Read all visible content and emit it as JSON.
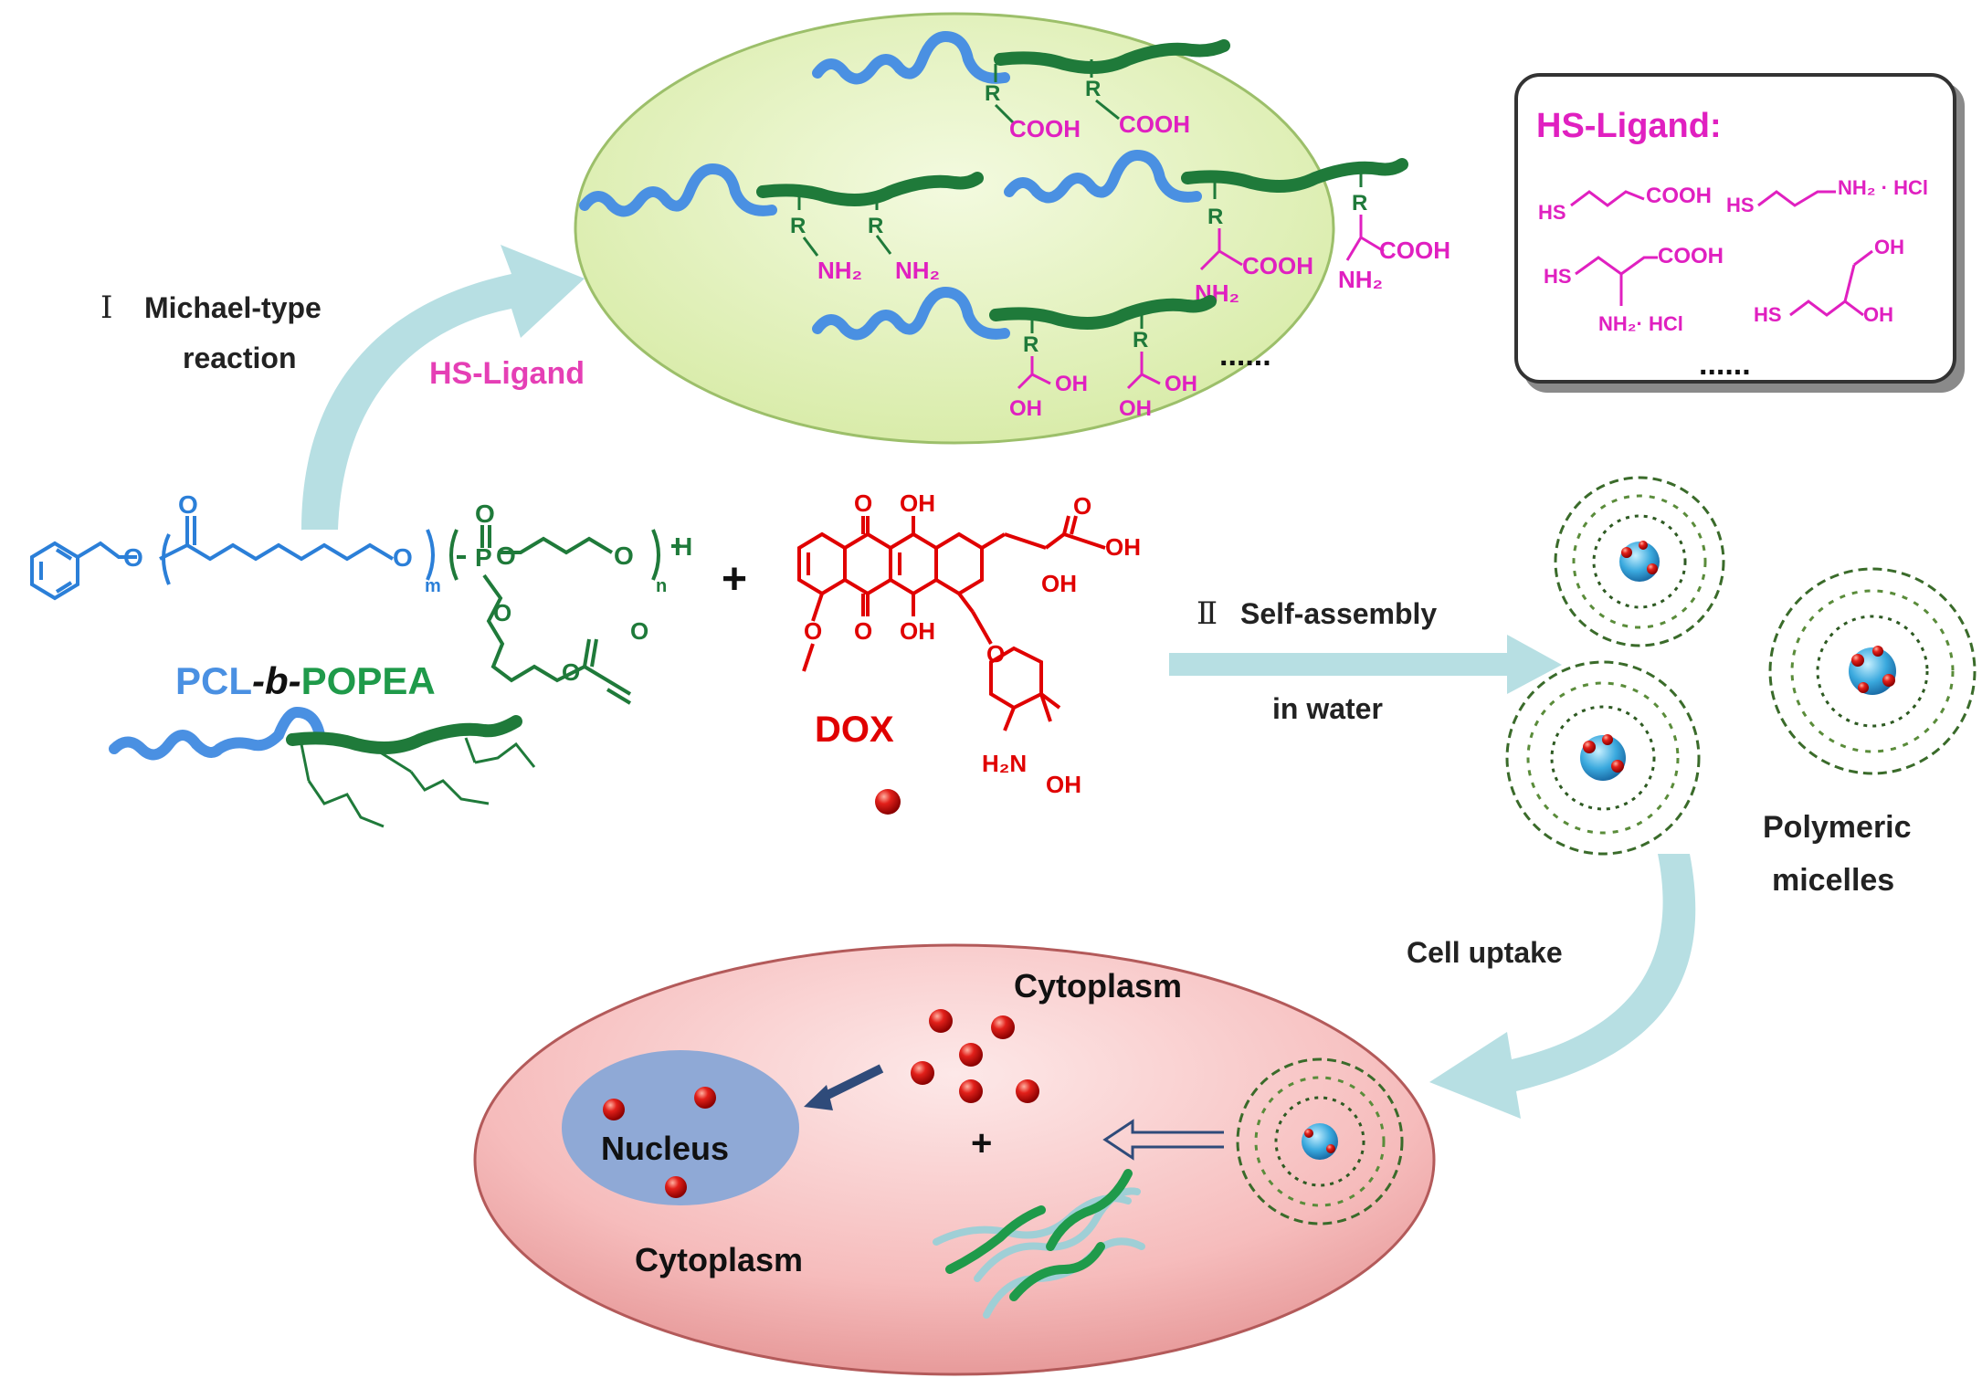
{
  "colors": {
    "blue": "#4a90e2",
    "green": "#1f7a3a",
    "magenta": "#e020c0",
    "red": "#e00000",
    "arrow": "#b7dfe3",
    "ellipse_top": "#e4f3c2",
    "cell": "#f6c8c8",
    "nucleus": "#8fa9d6"
  },
  "step1": {
    "numeral": "Ⅰ",
    "line1": "Michael-type",
    "line2": "reaction"
  },
  "arrow1_label": "HS-Ligand",
  "ligand_box": {
    "title": "HS-Ligand:",
    "l1_hs": "HS",
    "l1_group": "COOH",
    "l2_hs": "HS",
    "l2_group": "NH₂ · HCl",
    "l3_hs": "HS",
    "l3_group1": "COOH",
    "l3_group2": "NH₂· HCl",
    "l4_hs": "HS",
    "l4_oh1": "OH",
    "l4_oh2": "OH",
    "more": "......"
  },
  "products": {
    "r": "R",
    "cooh": "COOH",
    "nh2": "NH₂",
    "oh": "OH",
    "more": "......"
  },
  "copolymer": {
    "o": "O",
    "p": "P",
    "h": "H",
    "m": "m",
    "n": "n",
    "name_pcl": "PCL",
    "name_b": "-b-",
    "name_popea": "POPEA"
  },
  "plus": "+",
  "dox": {
    "name": "DOX",
    "o_top": "O",
    "oh_top": "OH",
    "oh_right": "OH",
    "oh_ring": "OH",
    "o_bottom": "O",
    "oh_bottom": "OH",
    "o_methoxy": "O",
    "o_sugar": "O",
    "o_sugar_ring": "O",
    "h2n": "H₂N",
    "oh_sugar": "OH"
  },
  "step2": {
    "numeral": "Ⅱ",
    "line1": "Self-assembly",
    "line2": "in water"
  },
  "micelles_label": {
    "line1": "Polymeric",
    "line2": "micelles"
  },
  "cell_uptake": "Cell uptake",
  "cell": {
    "cytoplasm_top": "Cytoplasm",
    "nucleus": "Nucleus",
    "cytoplasm_bottom": "Cytoplasm",
    "plus": "+"
  }
}
